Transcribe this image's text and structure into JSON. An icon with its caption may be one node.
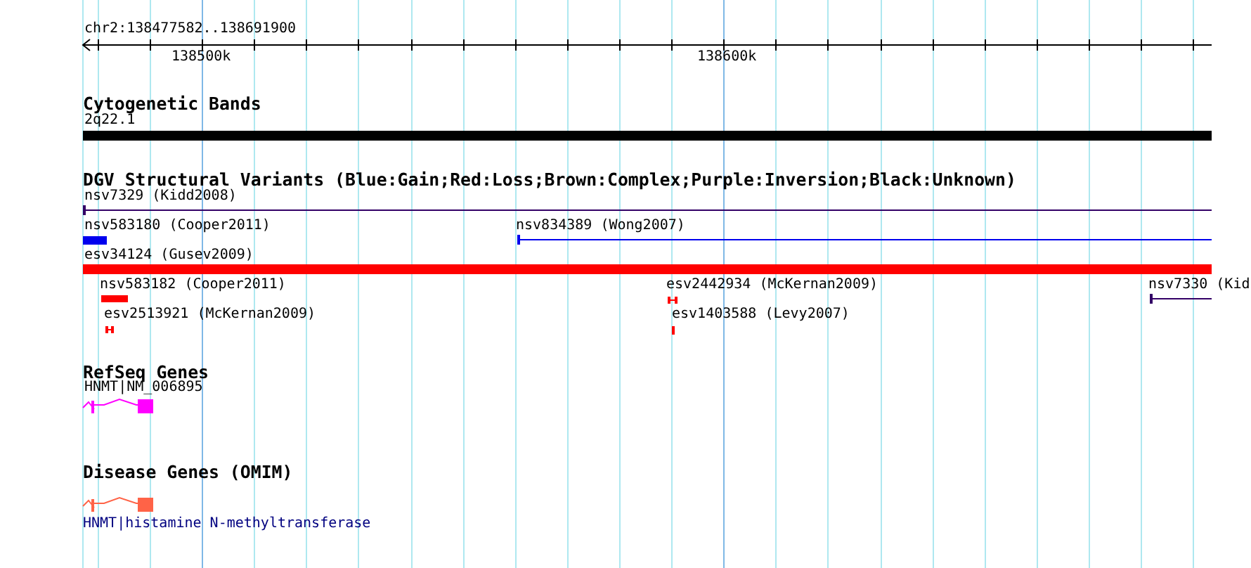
{
  "diagram": {
    "labels": [
      "chr2:138477582..138691900",
      "138500k",
      "138600k",
      "Cytogenetic Bands",
      "2q22.1",
      "DGV Structural Variants (Blue:Gain;Red:Loss;Brown:Complex;Purple:Inversion;Black:Unknown)",
      "nsv7329 (Kidd2008)",
      "nsv583180 (Cooper2011)",
      "nsv834389 (Wong2007)",
      "esv34124 (Gusev2009)",
      "nsv583182 (Cooper2011)",
      "esv2442934 (McKernan2009)",
      "nsv7330 (Kid",
      "esv2513921 (McKernan2009)",
      "esv1403588 (Levy2007)",
      "RefSeq Genes",
      "HNMT|NM_006895",
      "Disease Genes (OMIM)",
      "HNMT|histamine N-methyltransferase"
    ]
  }
}
